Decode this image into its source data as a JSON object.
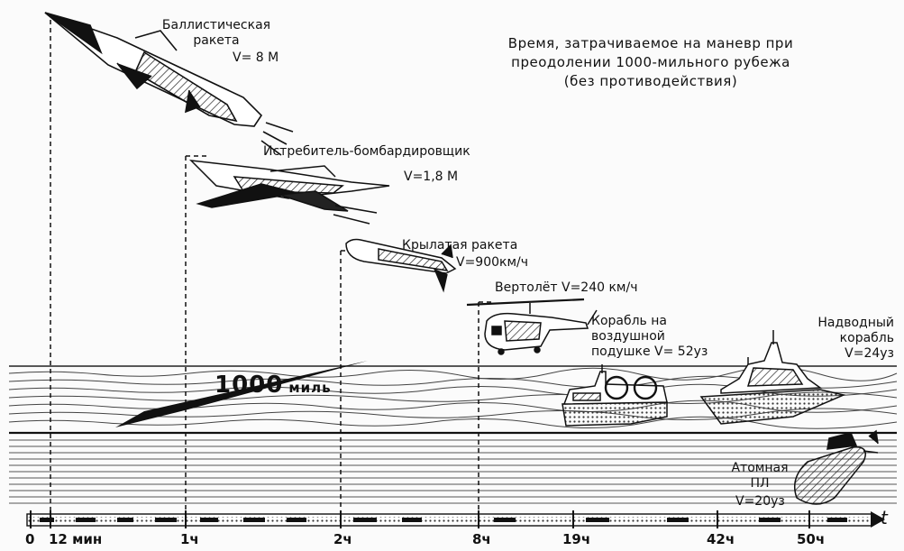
{
  "title": {
    "line1": "Время, затрачиваемое на маневр при",
    "line2": "преодолении 1000-мильного рубежа",
    "line3": "(без противодействия)"
  },
  "distance": {
    "value": "1000",
    "unit": "миль"
  },
  "vehicles": {
    "ballistic": {
      "name_line1": "Баллистическая",
      "name_line2": "ракета",
      "speed": "V= 8 M"
    },
    "fighter": {
      "name": "Истребитель-бомбардировщик",
      "speed": "V=1,8 M"
    },
    "cruise": {
      "name": "Крылатая ракета",
      "speed": "V=900км/ч"
    },
    "helicopter": {
      "name": "Вертолёт",
      "speed": "V=240 км/ч"
    },
    "hovercraft": {
      "name_line1": "Корабль на",
      "name_line2": "воздушной",
      "name_line3": "подушке",
      "speed": "V= 52уз"
    },
    "ship": {
      "name_line1": "Надводный",
      "name_line2": "корабль",
      "speed": "V=24уз"
    },
    "submarine": {
      "name_line1": "Атомная",
      "name_line2": "ПЛ",
      "speed": "V=20уз"
    }
  },
  "axis": {
    "symbol": "t",
    "ticks": [
      {
        "label": "0"
      },
      {
        "label": "12 мин"
      },
      {
        "label": "1ч"
      },
      {
        "label": "2ч"
      },
      {
        "label": "8ч"
      },
      {
        "label": "19ч"
      },
      {
        "label": "42ч"
      },
      {
        "label": "50ч"
      }
    ]
  }
}
